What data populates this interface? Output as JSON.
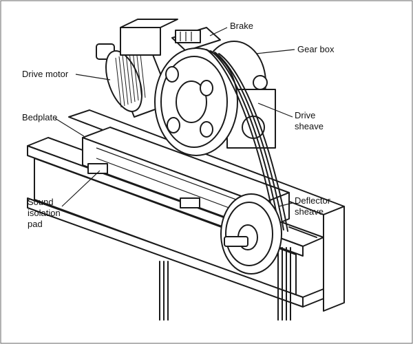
{
  "labels": {
    "brake": "Brake",
    "gear_box": "Gear box",
    "drive_motor": "Drive motor",
    "drive_sheave_line1": "Drive",
    "drive_sheave_line2": "sheave",
    "bedplate": "Bedplate",
    "deflector_sheave_line1": "Deflector",
    "deflector_sheave_line2": "sheave",
    "sound_pad_line1": "Sound",
    "sound_pad_line2": "isolation",
    "sound_pad_line3": "pad"
  },
  "colors": {
    "ink": "#1a1a1a",
    "background": "#ffffff"
  }
}
